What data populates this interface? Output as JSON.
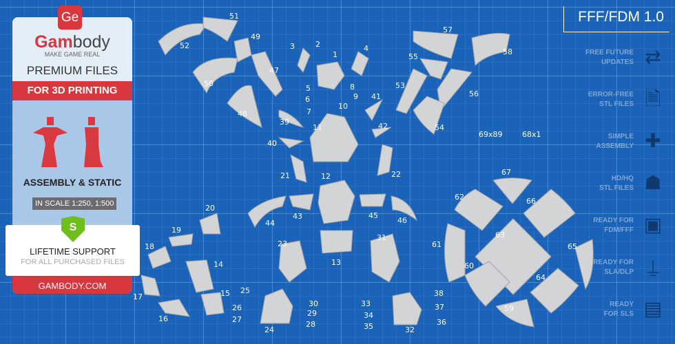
{
  "promo": {
    "logo_letters": "Ge",
    "brand_a": "Gam",
    "brand_b": "body",
    "tagline": "MAKE GAME REAL",
    "premium": "PREMIUM FILES",
    "for_printing": "FOR 3D PRINTING",
    "assembly": "ASSEMBLY & STATIC",
    "scale": "IN SCALE 1:250, 1:500",
    "shield_letter": "S",
    "support": "LIFETIME SUPPORT",
    "support_sub": "FOR ALL PURCHASED FILES",
    "site": "GAMBODY.COM"
  },
  "version": "FFF/FDM 1.0",
  "features": [
    {
      "l1": "FREE FUTURE",
      "l2": "UPDATES",
      "icon": "sync-icon"
    },
    {
      "l1": "ERROR-FREE",
      "l2": "STL FILES",
      "icon": "file-check-icon"
    },
    {
      "l1": "SIMPLE",
      "l2": "ASSEMBLY",
      "icon": "puzzle-icon"
    },
    {
      "l1": "HD/HQ",
      "l2": "STL FILES",
      "icon": "person-icon"
    },
    {
      "l1": "READY FOR",
      "l2": "FDM/FFF",
      "icon": "fdm-printer-icon"
    },
    {
      "l1": "READY FOR",
      "l2": "SLA/DLP",
      "icon": "sla-printer-icon"
    },
    {
      "l1": "READY",
      "l2": "FOR SLS",
      "icon": "sls-printer-icon"
    }
  ],
  "part_labels": [
    "51",
    "52",
    "49",
    "3",
    "2",
    "1",
    "4",
    "57",
    "58",
    "55",
    "47",
    "50",
    "5",
    "8",
    "6",
    "9",
    "10",
    "41",
    "53",
    "56",
    "7",
    "48",
    "39",
    "42",
    "54",
    "11",
    "40",
    "69x89",
    "68x1",
    "21",
    "12",
    "22",
    "67",
    "62",
    "66",
    "44",
    "43",
    "45",
    "46",
    "20",
    "19",
    "63",
    "31",
    "23",
    "18",
    "61",
    "65",
    "13",
    "14",
    "60",
    "64",
    "15",
    "17",
    "25",
    "26",
    "30",
    "33",
    "38",
    "37",
    "29",
    "59",
    "34",
    "27",
    "28",
    "35",
    "36",
    "16",
    "24",
    "32"
  ],
  "colors": {
    "background": "#1a63b8",
    "accent": "#d7373d",
    "part": "#d4d6d8"
  }
}
